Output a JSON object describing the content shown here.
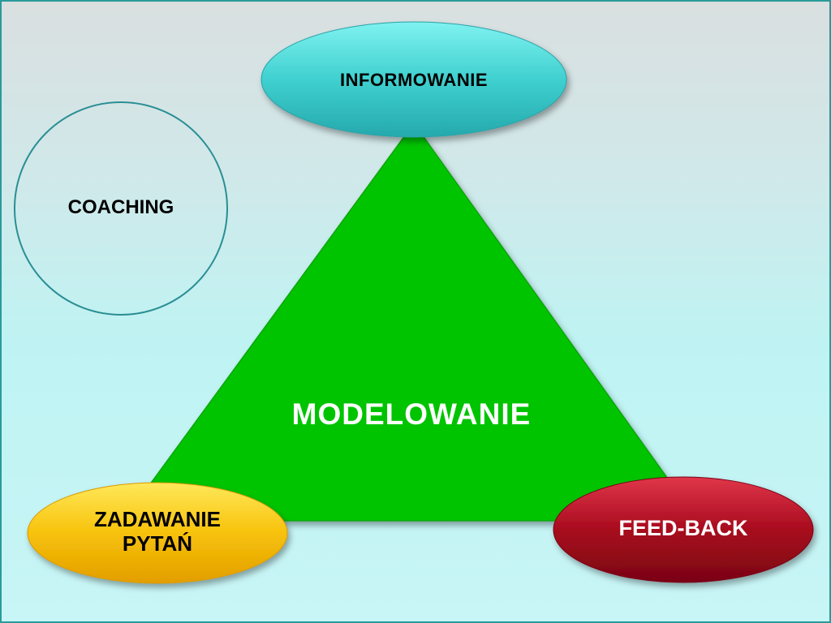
{
  "diagram": {
    "center_label": "MODELOWANIE",
    "top_node_label": "INFORMOWANIE",
    "left_node_label": "ZADAWANIE\nPYTAŃ",
    "right_node_label": "FEED-BACK",
    "side_circle_label": "COACHING"
  },
  "colors": {
    "triangle": "#00c400",
    "top_node": "#3ec9c9",
    "left_node": "#f5b800",
    "right_node": "#a80b1e",
    "circle_stroke": "#2a8f94",
    "border": "#2a9a9a"
  }
}
